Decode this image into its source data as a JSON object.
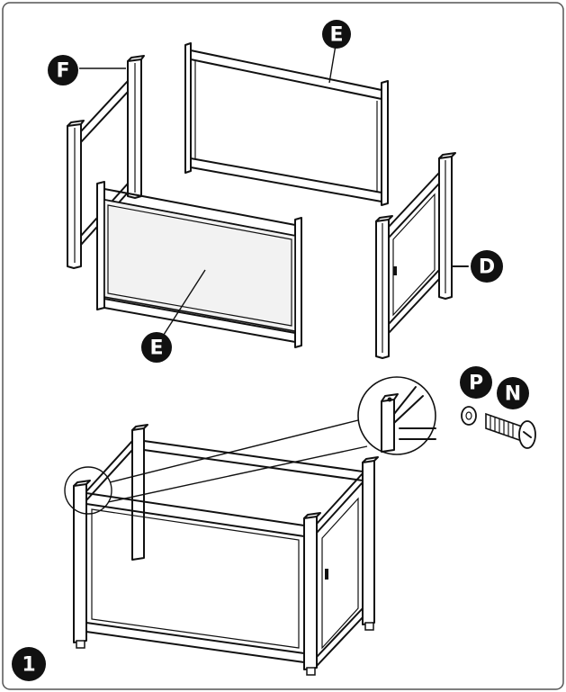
{
  "labels": {
    "F": "F",
    "E_back": "E",
    "E_front": "E",
    "D": "D",
    "P": "P",
    "N": "N"
  },
  "step_number": "1"
}
